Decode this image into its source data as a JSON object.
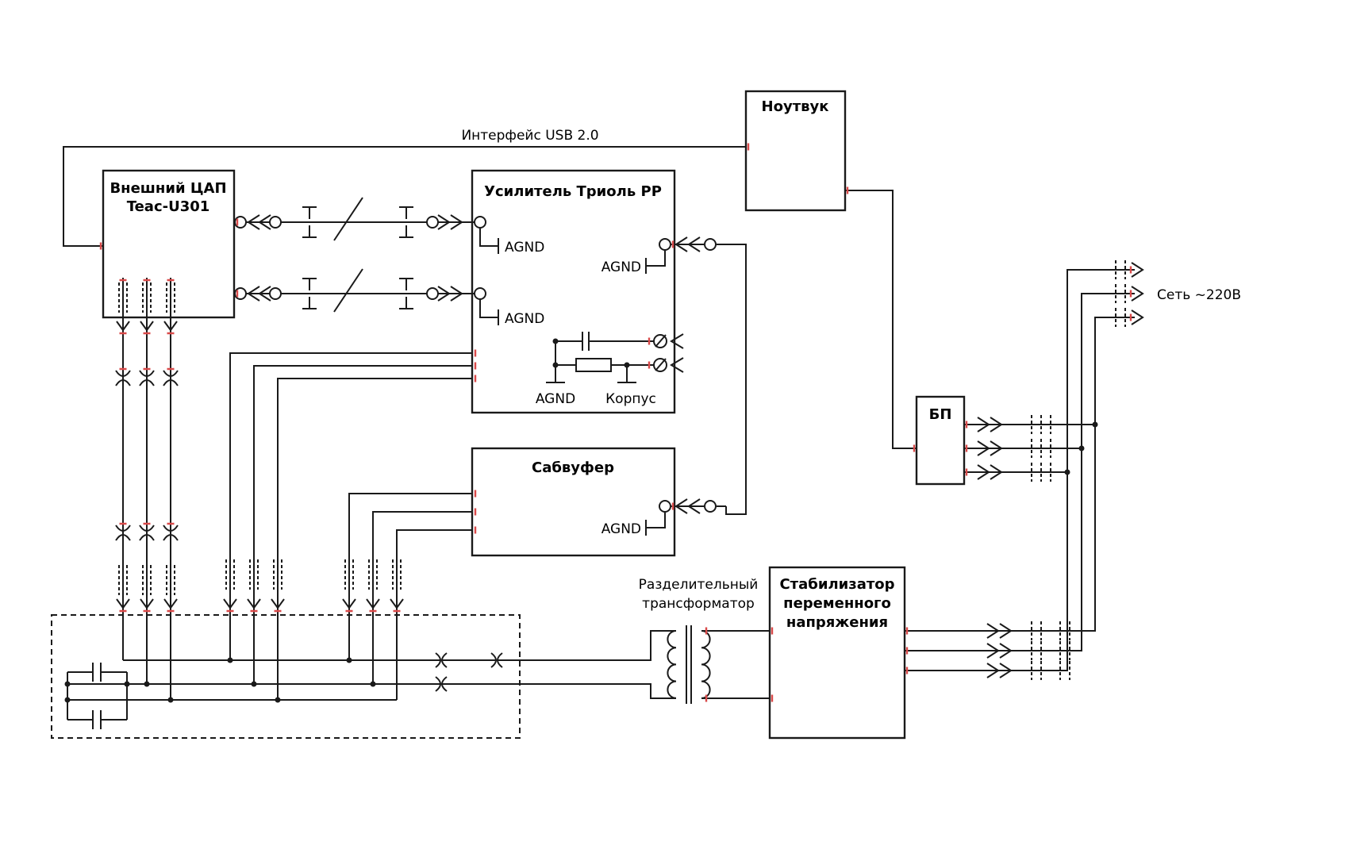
{
  "colors": {
    "wire": "#1a1a1a",
    "accent_red": "#d94a4a",
    "background": "#ffffff"
  },
  "labels": {
    "usb_interface": "Интерфейс USB 2.0",
    "mains": "Сеть ~220В",
    "isolation_transformer_line1": "Разделительный",
    "isolation_transformer_line2": "трансформатор",
    "agnd": "AGND",
    "chassis": "Корпус"
  },
  "components": {
    "laptop": {
      "title": "Ноутвук"
    },
    "dac": {
      "title_line1": "Внешний ЦАП",
      "title_line2": "Teac-U301"
    },
    "amplifier": {
      "title": "Усилитель Триоль РР"
    },
    "subwoofer": {
      "title": "Сабвуфер"
    },
    "psu": {
      "title": "БП"
    },
    "stabilizer": {
      "title_line1": "Стабилизатор",
      "title_line2": "переменного",
      "title_line3": "напряжения"
    }
  }
}
